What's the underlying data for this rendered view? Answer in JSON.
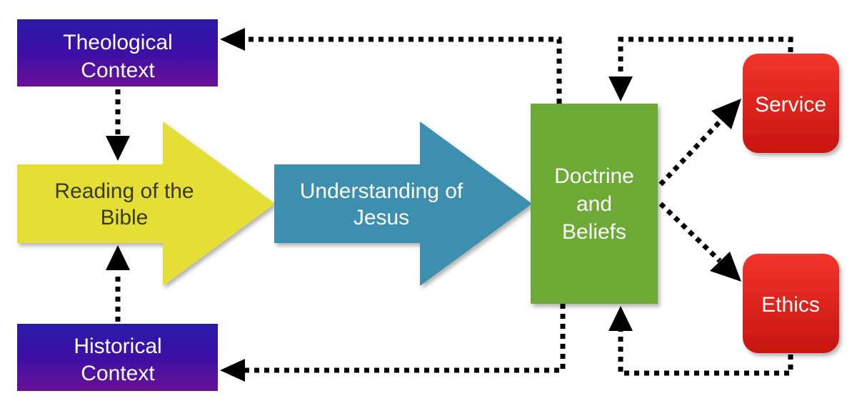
{
  "nodes": {
    "theological_context": {
      "line1": "Theological",
      "line2": "Context",
      "color": "#3d0fa6"
    },
    "historical_context": {
      "line1": "Historical",
      "line2": "Context",
      "color": "#3d0fa6"
    },
    "reading_of_bible": {
      "line1": "Reading of the",
      "line2": "Bible",
      "color": "#e4de34"
    },
    "understanding_of_jesus": {
      "line1": "Understanding of",
      "line2": "Jesus",
      "color": "#3c8fb0"
    },
    "doctrine_and_beliefs": {
      "line1": "Doctrine",
      "line2": "and",
      "line3": "Beliefs",
      "color": "#6caa35"
    },
    "service": {
      "label": "Service",
      "color": "#e0211c"
    },
    "ethics": {
      "label": "Ethics",
      "color": "#e0211c"
    }
  },
  "edges": [
    {
      "from": "theological_context",
      "to": "reading_of_bible",
      "style": "dashed"
    },
    {
      "from": "historical_context",
      "to": "reading_of_bible",
      "style": "dashed"
    },
    {
      "from": "doctrine_and_beliefs",
      "to": "theological_context",
      "style": "dashed"
    },
    {
      "from": "doctrine_and_beliefs",
      "to": "historical_context",
      "style": "dashed"
    },
    {
      "from": "doctrine_and_beliefs",
      "to": "service",
      "style": "dashed"
    },
    {
      "from": "doctrine_and_beliefs",
      "to": "ethics",
      "style": "dashed"
    },
    {
      "from": "service",
      "to": "doctrine_and_beliefs",
      "style": "dashed"
    },
    {
      "from": "ethics",
      "to": "doctrine_and_beliefs",
      "style": "dashed"
    },
    {
      "from": "reading_of_bible",
      "to": "understanding_of_jesus",
      "style": "arrow-shape"
    },
    {
      "from": "understanding_of_jesus",
      "to": "doctrine_and_beliefs",
      "style": "arrow-shape"
    }
  ],
  "colors": {
    "edge": "#000000",
    "background": "#ffffff"
  }
}
